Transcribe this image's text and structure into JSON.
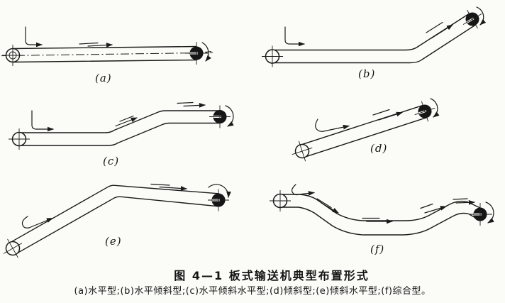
{
  "page": {
    "background": "#fbfbf8",
    "ink_color": "#1a1a1a"
  },
  "figure": {
    "panels": [
      {
        "label": "(a)"
      },
      {
        "label": "(b)"
      },
      {
        "label": "(c)"
      },
      {
        "label": "(d)"
      },
      {
        "label": "(e)"
      },
      {
        "label": "(f)"
      }
    ],
    "caption": {
      "title": "图 4—1  板式输送机典型布置形式",
      "legend": "(a)水平型;(b)水平倾斜型;(c)水平倾斜水平型;(d)倾斜型;(e)倾斜水平型;(f)综合型。"
    }
  }
}
